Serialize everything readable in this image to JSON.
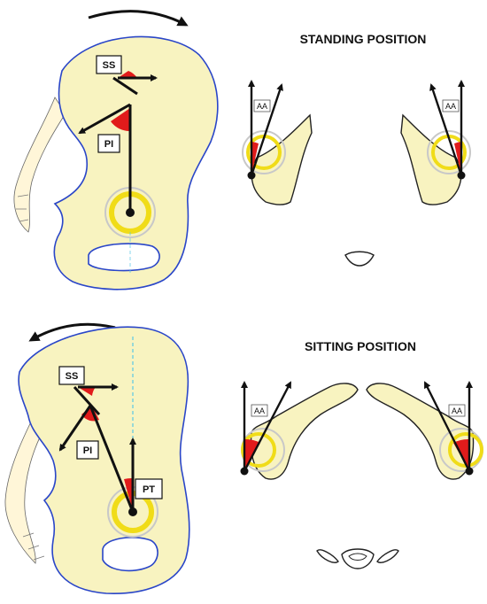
{
  "standing": {
    "heading": "STANDING POSITION",
    "label_ss": "SS",
    "label_pi": "PI",
    "label_aa_left": "AA",
    "label_aa_right": "AA"
  },
  "sitting": {
    "heading": "SITTING POSITION",
    "label_ss": "SS",
    "label_pi": "PI",
    "label_pt": "PT",
    "label_aa_left": "AA",
    "label_aa_right": "AA"
  },
  "colors": {
    "bone_fill": "#f8f3c0",
    "bone_outline": "#2a46c8",
    "angle_wedge": "#e11b1b",
    "acetabulum_ring": "#f0dc18"
  }
}
